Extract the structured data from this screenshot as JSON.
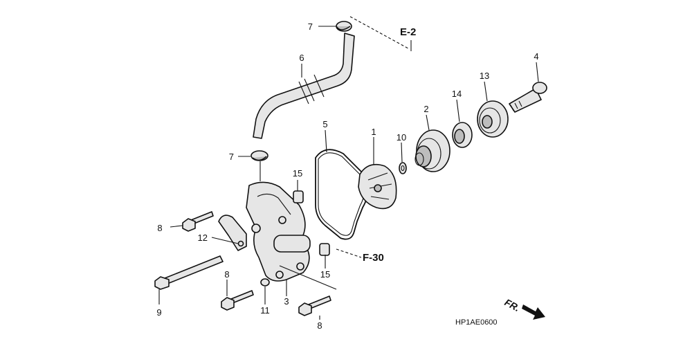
{
  "diagram": {
    "callouts": [
      "1",
      "2",
      "3",
      "4",
      "5",
      "6",
      "7",
      "7",
      "8",
      "8",
      "8",
      "9",
      "10",
      "11",
      "12",
      "13",
      "14",
      "15",
      "15"
    ],
    "references": {
      "e2": "E-2",
      "f30": "F-30"
    },
    "direction_label": "FR.",
    "diagram_code": "HP1AE0600"
  }
}
